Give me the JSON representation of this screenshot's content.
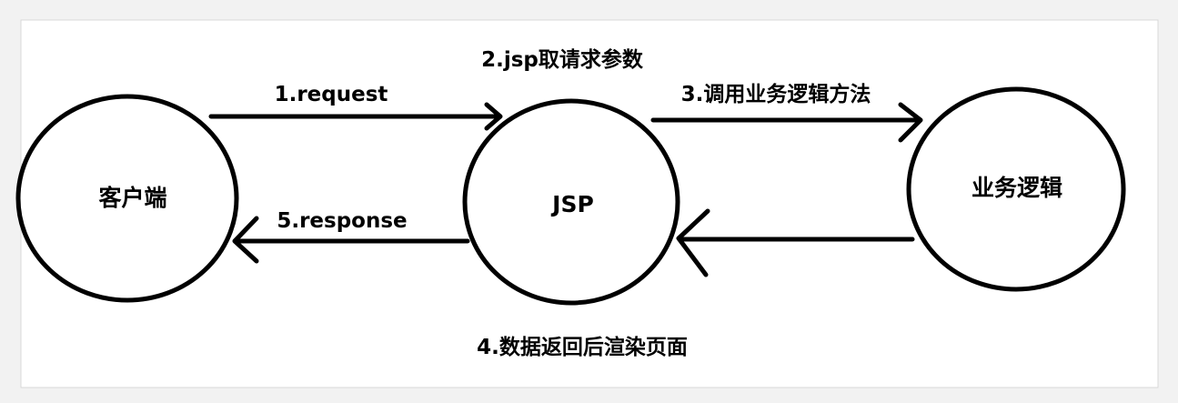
{
  "diagram": {
    "nodes": {
      "client": "客户端",
      "jsp": "JSP",
      "logic": "业务逻辑"
    },
    "labels": {
      "step1": "1.request",
      "step2": "2.jsp取请求参数",
      "step3": "3.调用业务逻辑方法",
      "step4": "4.数据返回后渲染页面",
      "step5": "5.response"
    },
    "colors": {
      "background": "#f2f2f2",
      "panel": "#ffffff",
      "panel_border": "#d8d8d8",
      "stroke": "#000000"
    }
  }
}
